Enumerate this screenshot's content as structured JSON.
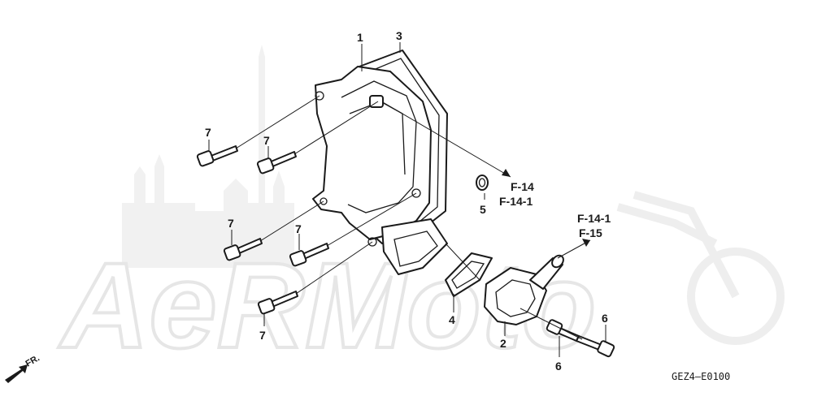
{
  "diagram": {
    "watermark": "AeRMoto",
    "diagram_code": "GEZ4–E0100",
    "front_marker": "FR.",
    "part_labels": [
      {
        "id": "p1",
        "text": "1"
      },
      {
        "id": "p3",
        "text": "3"
      },
      {
        "id": "p5",
        "text": "5"
      },
      {
        "id": "p4",
        "text": "4"
      },
      {
        "id": "p2",
        "text": "2"
      },
      {
        "id": "p6a",
        "text": "6"
      },
      {
        "id": "p6b",
        "text": "6"
      },
      {
        "id": "p7a",
        "text": "7"
      },
      {
        "id": "p7b",
        "text": "7"
      },
      {
        "id": "p7c",
        "text": "7"
      },
      {
        "id": "p7d",
        "text": "7"
      },
      {
        "id": "p7e",
        "text": "7"
      }
    ],
    "references": [
      {
        "id": "r1",
        "lines": [
          "F-14",
          "F-14-1"
        ]
      },
      {
        "id": "r2",
        "lines": [
          "F-14-1",
          "F-15"
        ]
      }
    ]
  }
}
